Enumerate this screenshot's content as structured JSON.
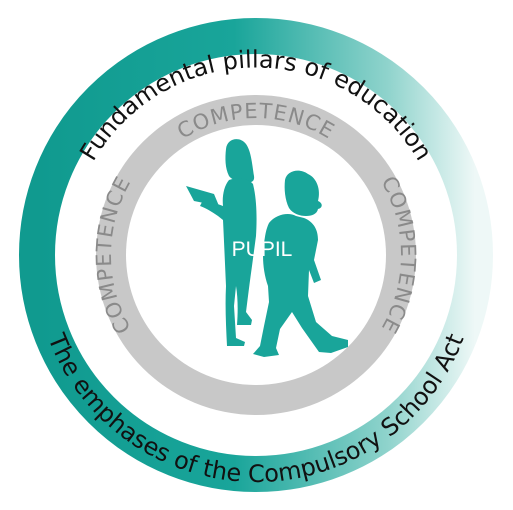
{
  "outer_ring": {
    "top_text": "Fundamental pillars of education",
    "bottom_text": "The emphases of the Compulsory School Act",
    "color_primary": "#19a59a",
    "color_faded": "#e7f5f3"
  },
  "competence_ring": {
    "top_label": "COMPETENCE",
    "right_label": "COMPETENCE",
    "left_label": "COMPETENCE",
    "color": "#c7c7c7",
    "text_color": "#8a8a8a"
  },
  "center": {
    "label": "PUPIL",
    "figures_color": "#19a59a",
    "figures": [
      "girl-reading-figure",
      "boy-with-backpack-figure"
    ]
  }
}
